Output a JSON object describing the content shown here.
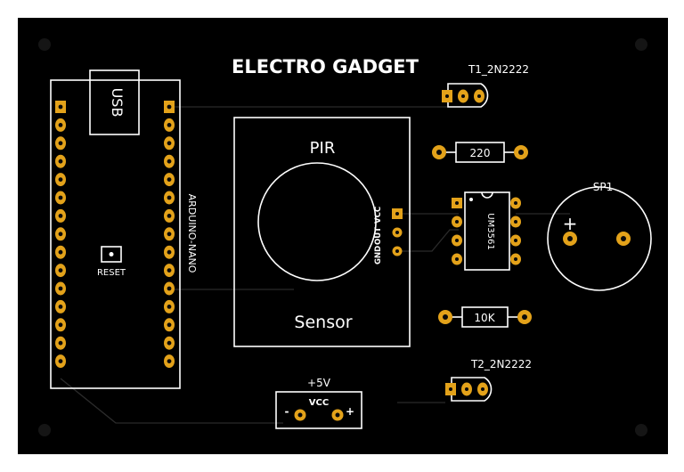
{
  "board": {
    "title": "ELECTRO GADGET",
    "arduino": {
      "usb_label": "USB",
      "name": "ARDUINO-NANO",
      "reset_label": "RESET"
    },
    "pir": {
      "top_label": "PIR",
      "bottom_label": "Sensor",
      "pin_labels": [
        "GND",
        "OUT",
        "VCC"
      ]
    },
    "t1_label": "T1_2N2222",
    "t2_label": "T2_2N2222",
    "r1_label": "220",
    "r2_label": "10K",
    "ic_label": "UM3561",
    "speaker": {
      "label": "SP1",
      "plus": "+"
    },
    "power": {
      "voltage_label": "+5V",
      "vcc_label": "VCC",
      "minus": "-",
      "plus": "+"
    }
  },
  "colors": {
    "board": "#000000",
    "silkscreen": "#ffffff",
    "pad": "#e3a21a",
    "trace": "#2b2b2b"
  }
}
